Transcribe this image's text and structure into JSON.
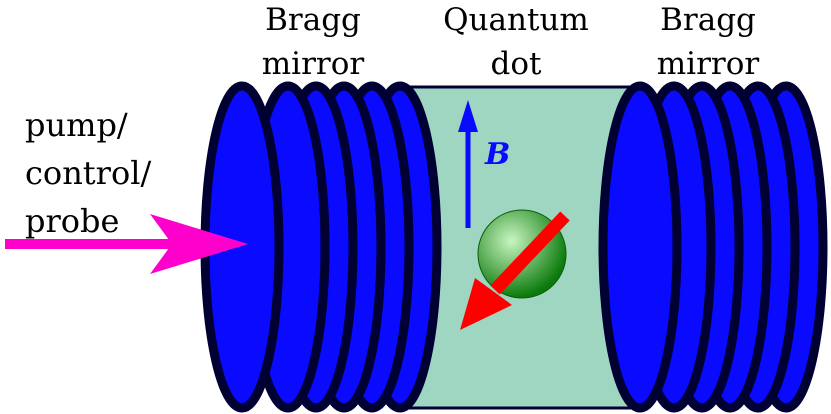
{
  "labels": {
    "left_mirror": [
      "Bragg",
      "mirror"
    ],
    "quantum_dot": [
      "Quantum",
      "dot"
    ],
    "right_mirror": [
      "Bragg",
      "mirror"
    ],
    "laser": [
      "pump/",
      "control/",
      "probe"
    ],
    "field": "B"
  },
  "colors": {
    "mirror_fill": "#0a0aff",
    "mirror_outline": "#000033",
    "cavity_fill": "#9fd6c2",
    "laser_arrow": "#ff00cc",
    "field_arrow": "#0a0aff",
    "spin_arrow": "#ff0000",
    "dot_light": "#c9f5c2",
    "dot_dark": "#0b7a0b"
  },
  "icons": {
    "laser_arrow": "arrow-right-icon",
    "field_arrow": "arrow-up-icon",
    "spin_arrow": "arrow-down-left-icon",
    "quantum_dot": "sphere-icon"
  }
}
